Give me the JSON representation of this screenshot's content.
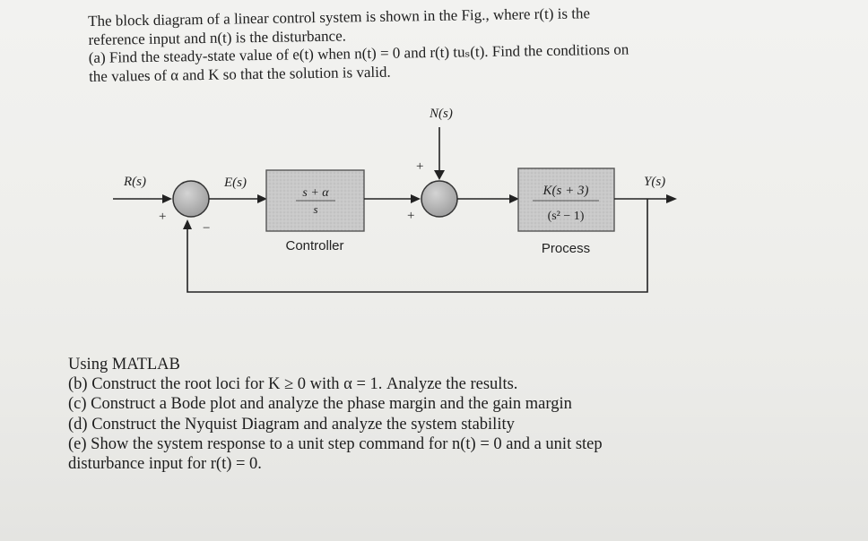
{
  "problem": {
    "intro": [
      "The block diagram of a linear control system is shown in the Fig., where r(t) is the",
      "reference input and n(t) is the disturbance."
    ],
    "part_a": [
      "(a) Find the steady-state value of e(t) when n(t) = 0 and r(t) tuₛ(t). Find the conditions on",
      "the values of α and K so that the solution is valid."
    ]
  },
  "diagram": {
    "signals": {
      "reference": "R(s)",
      "error": "E(s)",
      "disturbance": "N(s)",
      "output": "Y(s)"
    },
    "signs": {
      "sum1_reference": "+",
      "sum1_feedback": "−",
      "sum2_controller": "+",
      "sum2_disturbance": "+"
    },
    "controller": {
      "numerator": "s + α",
      "denominator": "s",
      "label": "Controller"
    },
    "process": {
      "numerator": "K(s + 3)",
      "denominator": "(s² − 1)",
      "label": "Process"
    }
  },
  "matlab": {
    "heading": "Using MATLAB",
    "items": [
      "(b) Construct the root loci for K ≥ 0 with α = 1. Analyze the results.",
      "(c) Construct a Bode plot and analyze the phase margin and the gain margin",
      "(d) Construct the Nyquist Diagram and analyze the system stability",
      "(e) Show the system response to a unit step command for n(t) = 0 and a unit step",
      "disturbance input for r(t) = 0."
    ]
  }
}
